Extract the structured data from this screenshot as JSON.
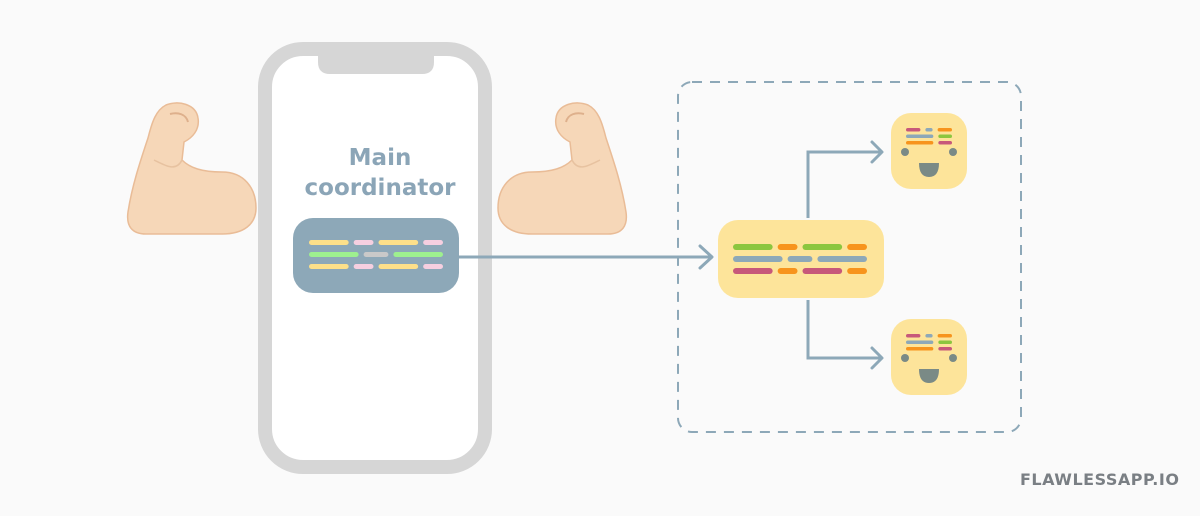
{
  "diagram": {
    "title": "Main coordinator architecture",
    "phone": {
      "label_line1": "Main",
      "label_line2": "coordinator"
    },
    "left_emoji": "flexed-biceps",
    "right_emoji": "flexed-biceps",
    "coordinator_block": {
      "color": "#8da8b8",
      "lines": [
        [
          "#fde08a",
          "#f6cfe0",
          "#fde08a",
          "#f6cfe0"
        ],
        [
          "#9ef08f",
          "#c9c9c9",
          "#9ef08f"
        ],
        [
          "#fde08a",
          "#f6cfe0",
          "#fde08a",
          "#f6cfe0"
        ]
      ]
    },
    "sub_coordinator_block": {
      "color": "#fde49a",
      "lines": [
        [
          "#8cc63f",
          "#f7941d",
          "#8cc63f",
          "#f7941d"
        ],
        [
          "#8da8b8",
          "#8da8b8",
          "#8da8b8"
        ],
        [
          "#c7587a",
          "#f7941d",
          "#c7587a",
          "#f7941d"
        ]
      ]
    },
    "children": [
      {
        "name": "child-coordinator-top",
        "mood": "happy"
      },
      {
        "name": "child-coordinator-bottom",
        "mood": "happy"
      }
    ],
    "connector_color": "#8da8b8",
    "group_border_color": "#8da8b8"
  },
  "footer": {
    "brand": "FLAWLESSAPP.IO"
  }
}
